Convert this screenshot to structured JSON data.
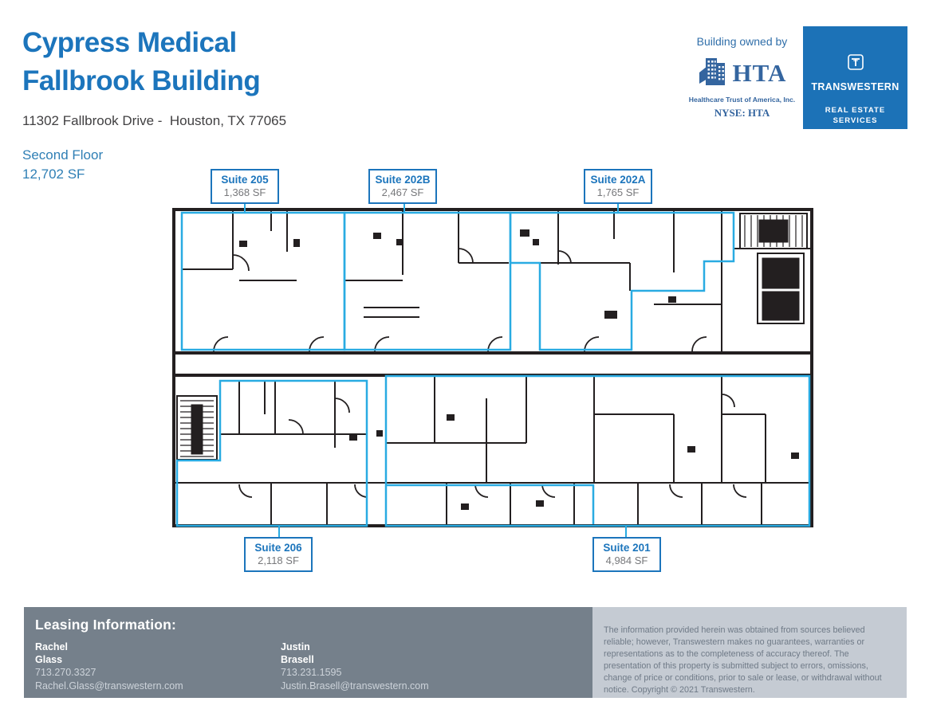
{
  "header": {
    "title_line1": "Cypress Medical",
    "title_line2": "Fallbrook Building",
    "address": "11302 Fallbrook Drive -  Houston, TX 77065",
    "floor": "Second Floor",
    "total_sf": "12,702 SF"
  },
  "branding": {
    "owned_by": "Building owned by",
    "hta": {
      "name": "HTA",
      "tagline": "Healthcare Trust of America, Inc.",
      "ticker": "NYSE: HTA"
    },
    "transwestern": {
      "name": "TRANSWESTERN",
      "subtitle_line1": "REAL ESTATE",
      "subtitle_line2": "SERVICES"
    }
  },
  "suites": [
    {
      "name": "Suite 205",
      "sf": "1,368 SF"
    },
    {
      "name": "Suite 202B",
      "sf": "2,467 SF"
    },
    {
      "name": "Suite 202A",
      "sf": "1,765 SF"
    },
    {
      "name": "Suite 206",
      "sf": "2,118 SF"
    },
    {
      "name": "Suite 201",
      "sf": "4,984 SF"
    }
  ],
  "leasing": {
    "heading": "Leasing Information:",
    "contacts": [
      {
        "first": "Rachel",
        "last": "Glass",
        "phone": "713.270.3327",
        "email": "Rachel.Glass@transwestern.com"
      },
      {
        "first": "Justin",
        "last": "Brasell",
        "phone": "713.231.1595",
        "email": "Justin.Brasell@transwestern.com"
      }
    ]
  },
  "disclaimer": "The information provided herein was obtained from sources believed reliable; however, Transwestern makes no guarantees, warranties or representations as to the completeness of accuracy thereof. The presentation of this property is submitted subject to errors, omissions, change of price or conditions, prior to sale or lease, or withdrawal without notice. Copyright © 2021 Transwestern.",
  "colors": {
    "title_blue": "#1C75BC",
    "secondary_blue": "#2F7FB5",
    "plan_cyan": "#29ABE2",
    "wall_black": "#231F20",
    "bar_gray": "#75808B",
    "panel_gray": "#C5CBD3",
    "transwestern_blue": "#1C72B7",
    "hta_blue": "#34659F"
  }
}
